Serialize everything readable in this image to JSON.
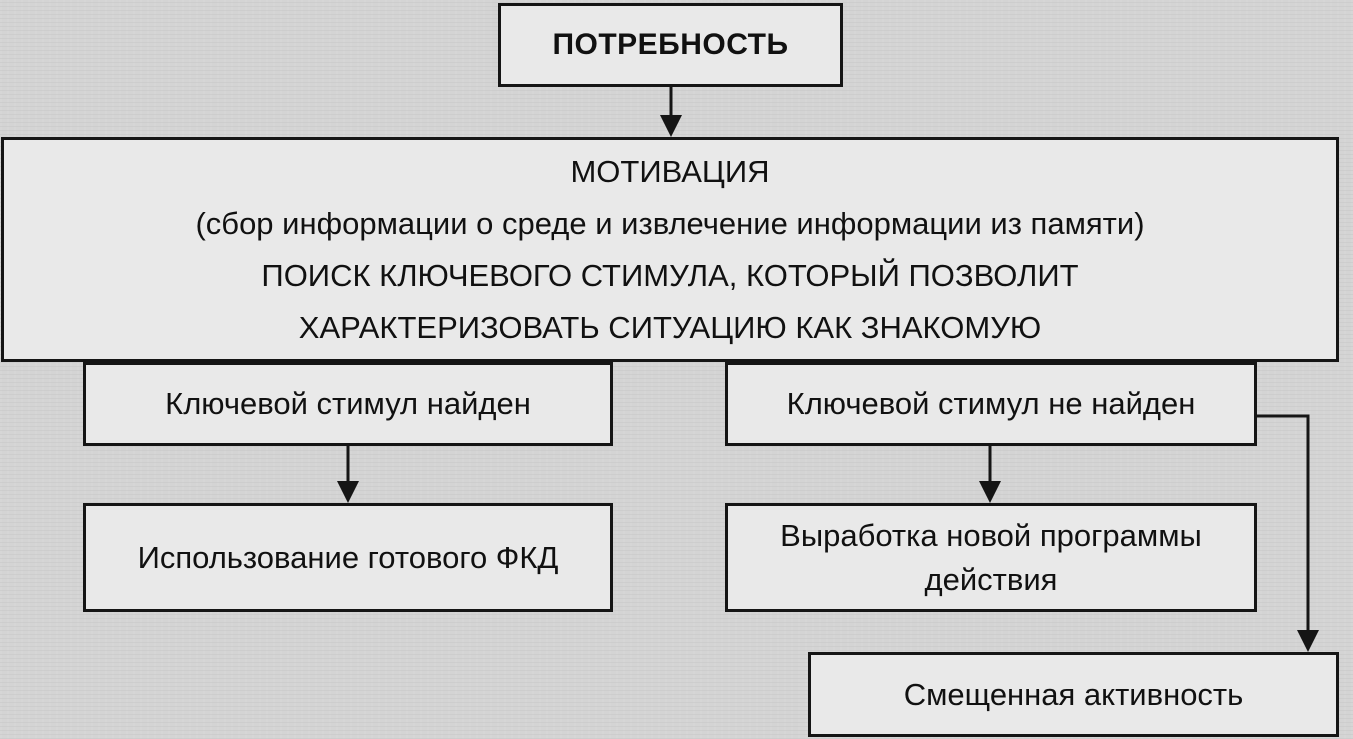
{
  "diagram": {
    "need": {
      "label": "ПОТРЕБНОСТЬ"
    },
    "motivation": {
      "title": "МОТИВАЦИЯ",
      "subtitle": "(сбор информации о среде и извлечение информации из памяти)",
      "line3": "ПОИСК КЛЮЧЕВОГО СТИМУЛА, КОТОРЫЙ ПОЗВОЛИТ",
      "line4": "ХАРАКТЕРИЗОВАТЬ СИТУАЦИЮ КАК ЗНАКОМУЮ"
    },
    "found": {
      "label": "Ключевой стимул найден"
    },
    "not_found": {
      "label": "Ключевой стимул не найден"
    },
    "ready_program": {
      "label": "Использование готового ФКД"
    },
    "new_program": {
      "line1": "Выработка новой программы",
      "line2": "действия"
    },
    "displaced": {
      "label": "Смещенная активность"
    }
  },
  "colors": {
    "background": "#d4d4d4",
    "box_fill": "#e9e9e9",
    "stroke": "#151515"
  }
}
